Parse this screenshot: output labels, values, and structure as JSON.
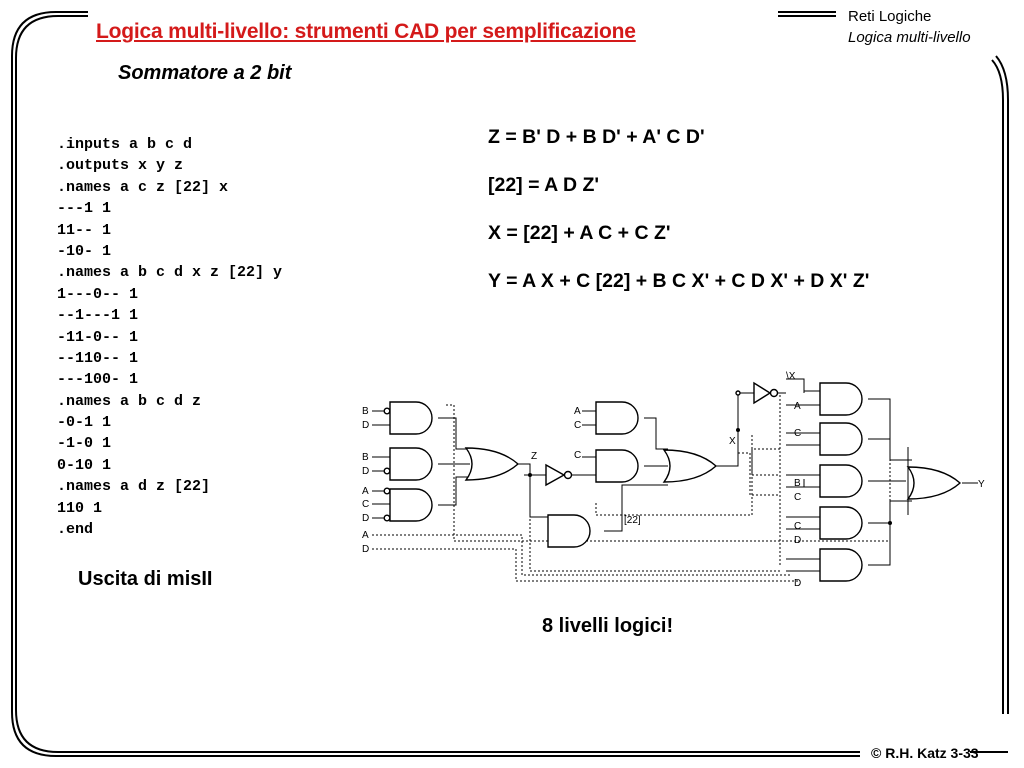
{
  "header": {
    "course": "Reti Logiche",
    "topic": "Logica multi-livello"
  },
  "slide": {
    "title": "Logica multi-livello: strumenti CAD per semplificazione",
    "subtitle": "Sommatore a 2 bit",
    "footer": "© R.H. Katz 3-33"
  },
  "code": {
    "lines": [
      ".inputs a b c d",
      ".outputs x y z",
      ".names a c z [22] x",
      "---1 1",
      "11-- 1",
      "-10- 1",
      ".names a b c d x z [22] y",
      "1---0-- 1",
      "--1---1 1",
      "-11-0-- 1",
      "--110-- 1",
      "---100- 1",
      ".names a b c d z",
      "-0-1 1",
      "-1-0 1",
      "0-10 1",
      ".names a d z [22]",
      "110 1",
      ".end"
    ],
    "caption": "Uscita di misII"
  },
  "equations": [
    "Z = B' D + B D' + A' C D'",
    "[22] = A D Z'",
    "X = [22] + A C + C Z'",
    "Y = A X + C [22] + B C X' + C D X' + D X' Z'"
  ],
  "circuit": {
    "left_inputs": [
      "B",
      "D",
      "B",
      "D",
      "A",
      "C",
      "D",
      "A",
      "D"
    ],
    "mid_labels": [
      "A",
      "C",
      "Z",
      "C",
      "X",
      "[22]"
    ],
    "right_inputs": [
      "\\X",
      "A",
      "C",
      "B",
      "C",
      "C",
      "D",
      "D"
    ],
    "output_label": "Y"
  },
  "caption_right": "8 livelli logici!"
}
